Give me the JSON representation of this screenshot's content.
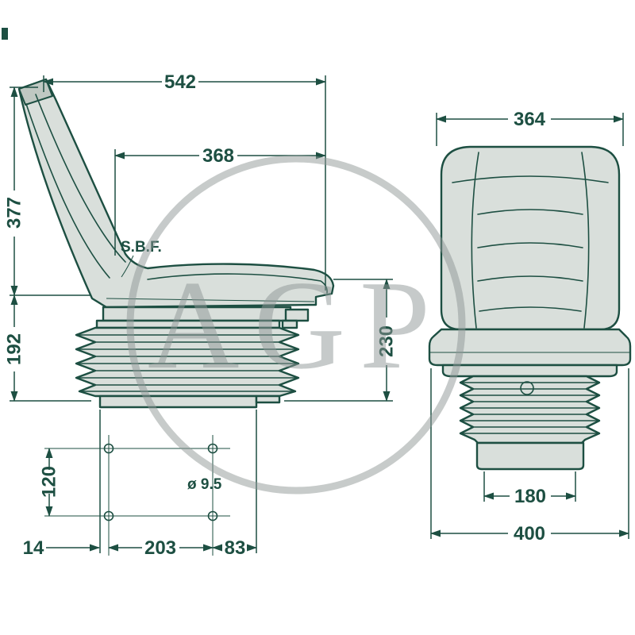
{
  "watermark": {
    "text": "AGP"
  },
  "side_view": {
    "dim_top_width": "542",
    "dim_seat_depth": "368",
    "dim_backrest_height": "377",
    "dim_suspension_height": "192",
    "dim_seat_height": "230",
    "dim_hole_vertical_spacing": "120",
    "dim_edge_offset": "14",
    "dim_hole_horizontal_spacing": "203",
    "dim_hole_rear_offset": "83",
    "hole_diameter_label": "ø 9.5",
    "spring_label": "S.B.F."
  },
  "front_view": {
    "dim_backrest_width": "364",
    "dim_rail_width": "180",
    "dim_total_width": "400"
  }
}
